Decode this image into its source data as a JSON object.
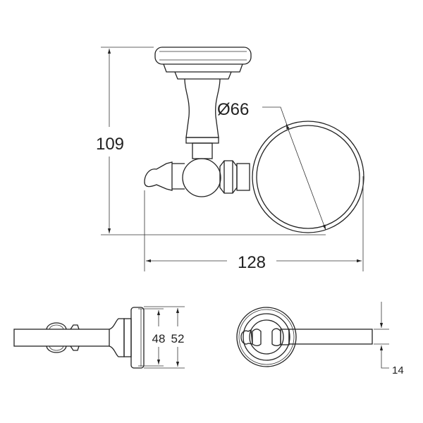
{
  "dimensions": {
    "height": "109",
    "width": "128",
    "ring_diameter": "Ø66",
    "inner_plate": "48",
    "outer_plate": "52",
    "bar_thickness": "14"
  },
  "colors": {
    "line": "#222222",
    "background": "#ffffff"
  }
}
